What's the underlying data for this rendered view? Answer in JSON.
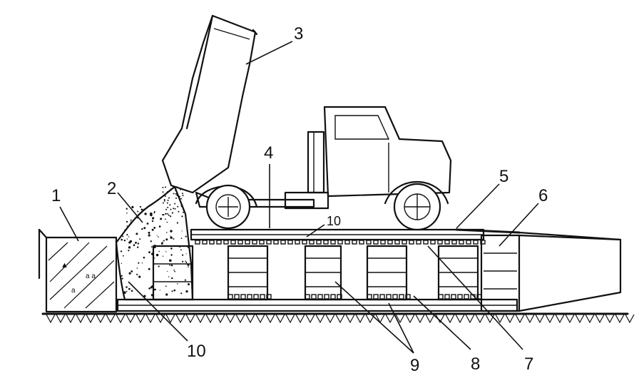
{
  "labels": {
    "l1": "1",
    "l2": "2",
    "l3": "3",
    "l4": "4",
    "l5": "5",
    "l6": "6",
    "l7": "7",
    "l8": "8",
    "l9": "9",
    "l10a": "10",
    "l10b": "10"
  }
}
